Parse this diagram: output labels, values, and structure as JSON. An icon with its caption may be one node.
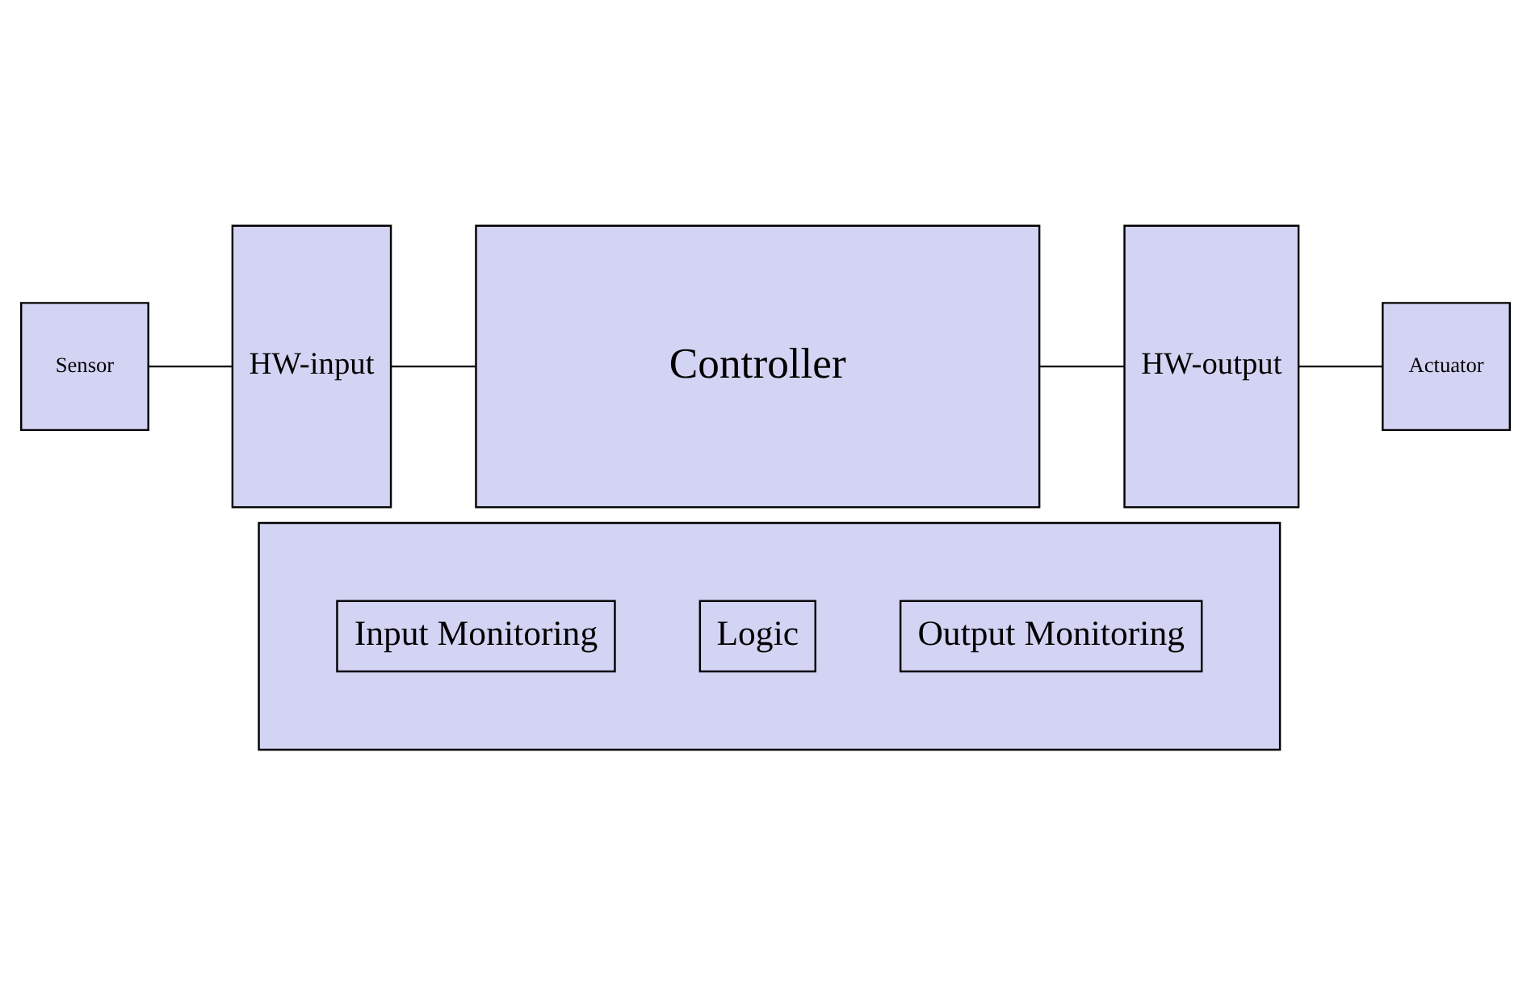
{
  "diagram": {
    "nodes": [
      {
        "text": [
          "Sensor"
        ]
      },
      {
        "text": [
          "HW-input"
        ]
      },
      {
        "text": [
          "Controller"
        ]
      },
      {
        "text": [
          "HW-output"
        ]
      },
      {
        "text": [
          "Actuator"
        ]
      },
      {
        "text": [],
        "shape": "box"
      },
      {
        "text": [
          "Input Monitoring"
        ],
        "in": 5
      },
      {
        "text": [
          "Logic"
        ],
        "in": 5
      },
      {
        "text": [
          "Output Monitoring"
        ],
        "in": 5
      }
    ],
    "edges": [
      {
        "from": 0,
        "to": 1,
        "arrow": "none"
      },
      {
        "from": 1,
        "to": 2,
        "arrow": "none"
      },
      {
        "from": 2,
        "to": 3,
        "arrow": "none"
      },
      {
        "from": 3,
        "to": 4,
        "arrow": "none"
      }
    ]
  }
}
